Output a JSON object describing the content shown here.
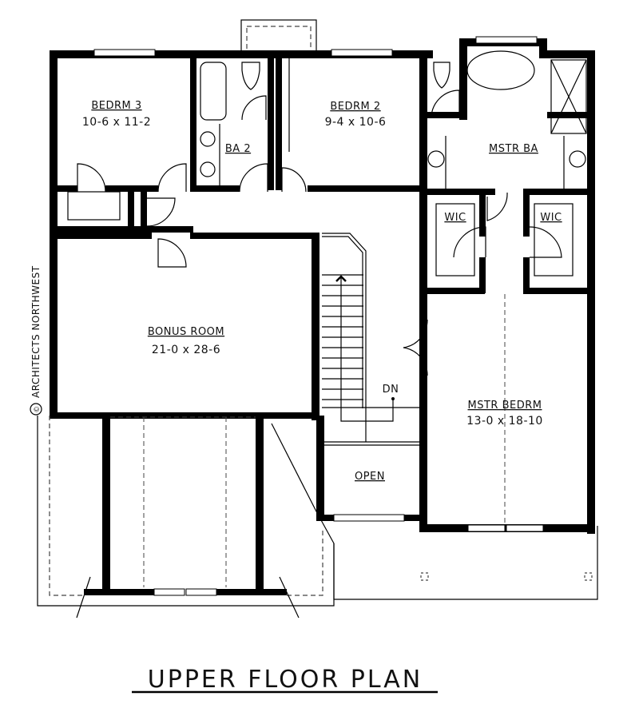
{
  "title": "UPPER FLOOR PLAN",
  "credit": "ARCHITECTS NORTHWEST",
  "credit_symbol": "©",
  "rooms": {
    "bedrm3": {
      "name": "BEDRM 3",
      "dims": "10-6 x 11-2"
    },
    "ba2": {
      "name": "BA 2"
    },
    "bedrm2": {
      "name": "BEDRM 2",
      "dims": "9-4 x 10-6"
    },
    "mstr_ba": {
      "name": "MSTR BA"
    },
    "wic_left": {
      "name": "WIC"
    },
    "wic_right": {
      "name": "WIC"
    },
    "bonus_room": {
      "name": "BONUS ROOM",
      "dims": "21-0 x 28-6"
    },
    "mstr_bedrm": {
      "name": "MSTR BEDRM",
      "dims": "13-0 x 18-10"
    },
    "open": {
      "name": "OPEN"
    }
  },
  "stair": {
    "label": "DN"
  },
  "colors": {
    "line": "#000000",
    "background": "#ffffff"
  }
}
